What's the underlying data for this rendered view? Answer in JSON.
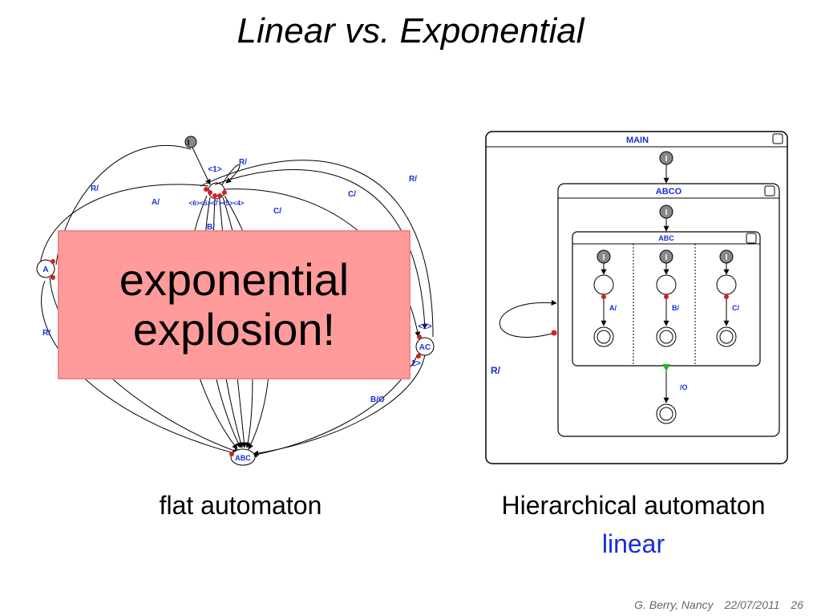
{
  "slide": {
    "title": "Linear vs. Exponential",
    "banner_line1": "exponential",
    "banner_line2": "explosion!",
    "caption_left": "flat automaton",
    "caption_right": "Hierarchical automaton",
    "caption_right_sub": "linear",
    "footer_authors": "G. Berry, Nancy",
    "footer_date": "22/07/2011",
    "footer_page": "26"
  },
  "flat": {
    "initial": "I",
    "top_node_label": "<1>",
    "node_a": "A",
    "node_ac": "AC",
    "node_abc": "ABC",
    "edge_r1": "R/",
    "edge_r2": "R/",
    "edge_r3": "R/",
    "edge_r4": "R/",
    "edge_a": "A/",
    "edge_c1": "C/",
    "edge_c2": "C/",
    "edge_b": "B/",
    "edge_bo": "B/O",
    "node_ac_top": "<1>",
    "node_ac_bottom": "2>",
    "top_ports": "<6><5><7><5><4>"
  },
  "hier": {
    "main_title": "MAIN",
    "abco_title": "ABCO",
    "abc_title": "ABC",
    "initial": "I",
    "edge_a": "A/",
    "edge_b": "B/",
    "edge_c": "C/",
    "edge_o": "/O",
    "edge_r": "R/"
  },
  "colors": {
    "banner": "#ff9b9b",
    "accent_blue": "#1a2bd9",
    "port_red": "#d42020",
    "term_green": "#22bb22"
  }
}
